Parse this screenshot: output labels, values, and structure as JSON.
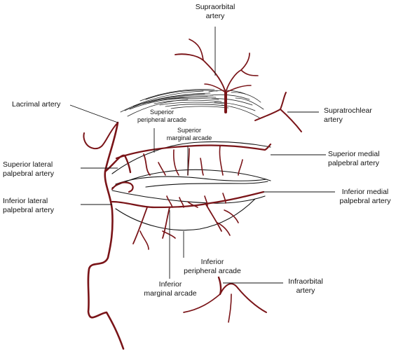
{
  "labels": {
    "supraorbital": [
      "Supraorbital",
      "artery"
    ],
    "supratrochlear": [
      "Supratrochlear",
      "artery"
    ],
    "lacrimal": [
      "Lacrimal artery"
    ],
    "superior_peripheral_arcade": [
      "Superior",
      "peripheral arcade"
    ],
    "superior_marginal_arcade": [
      "Superior",
      "marginal arcade"
    ],
    "superior_lateral_palpebral": [
      "Superior lateral",
      "palpebral artery"
    ],
    "superior_medial_palpebral": [
      "Superior medial",
      "palpebral artery"
    ],
    "inferior_lateral_palpebral": [
      "Inferior lateral",
      "palpebral artery"
    ],
    "inferior_medial_palpebral": [
      "Inferior medial",
      "palpebral artery"
    ],
    "inferior_peripheral_arcade": [
      "Inferior",
      "peripheral arcade"
    ],
    "inferior_marginal_arcade": [
      "Inferior",
      "marginal arcade"
    ],
    "infraorbital": [
      "Infraorbital",
      "artery"
    ]
  },
  "colors": {
    "artery": "#7a1418",
    "outline": "#111111",
    "background": "#ffffff"
  }
}
